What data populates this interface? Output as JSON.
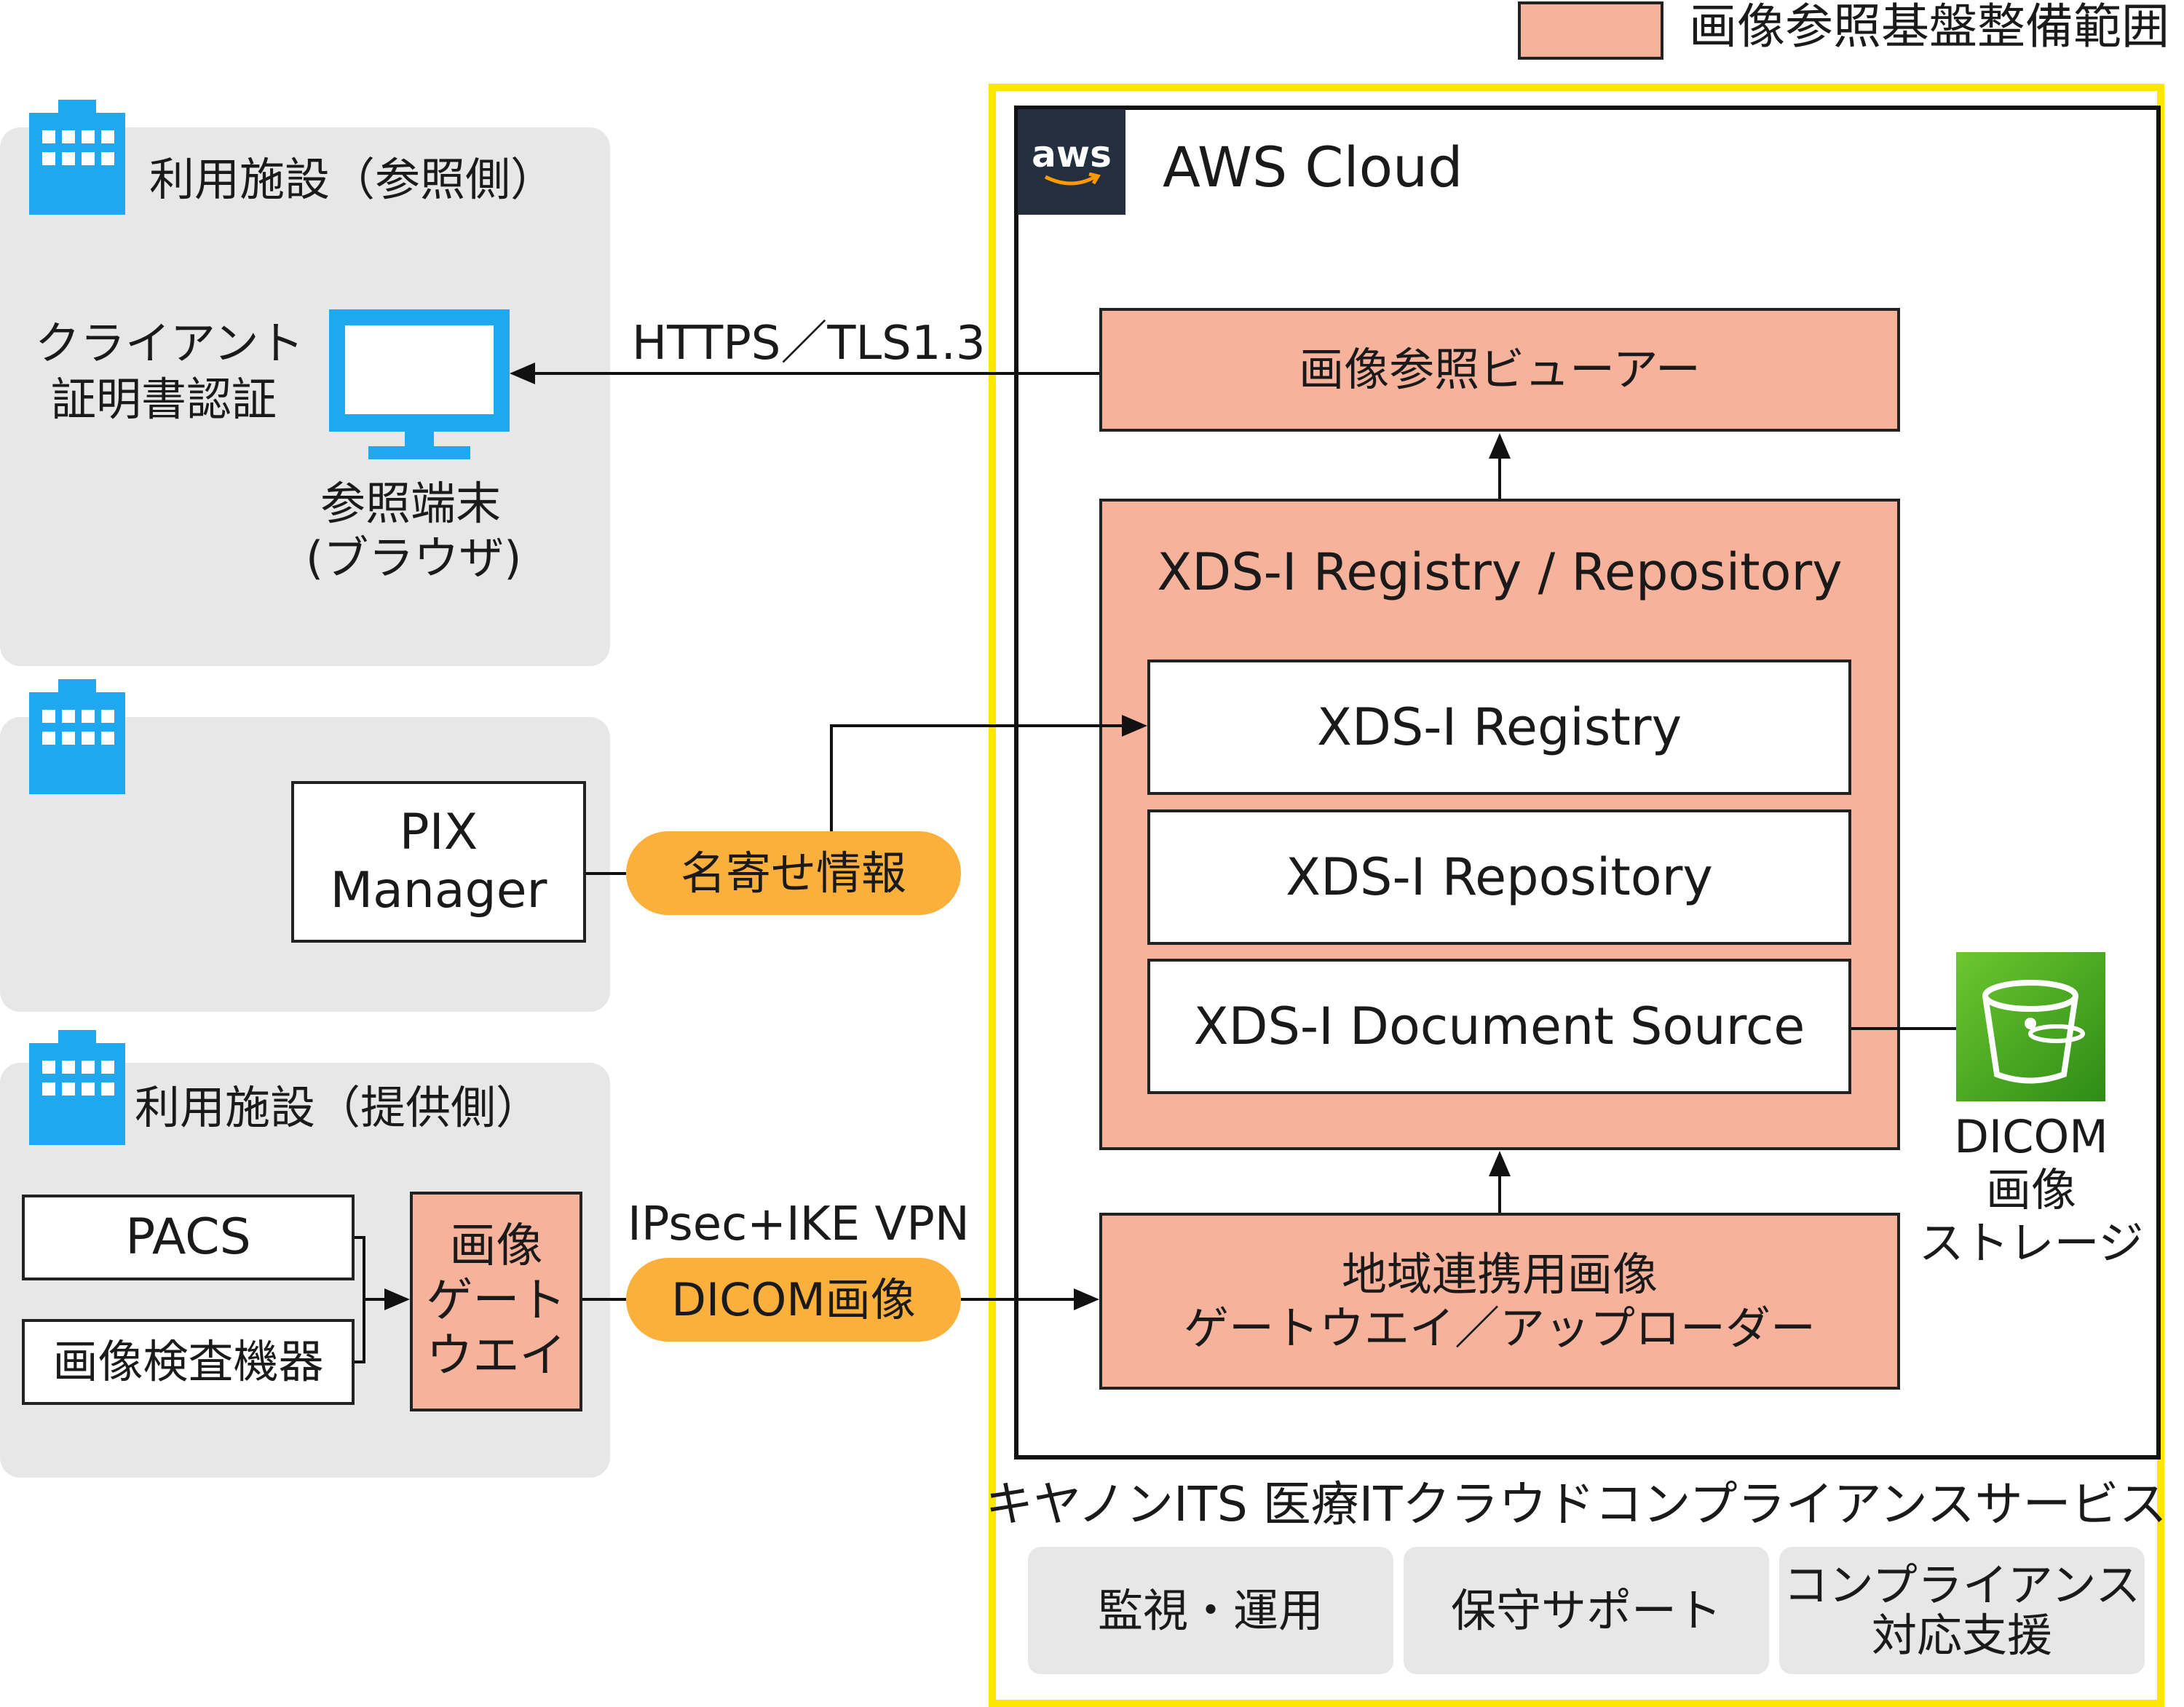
{
  "legend": {
    "label": "画像参照基盤整備範囲",
    "swatch_color": "#f7b29b"
  },
  "facilities": {
    "viewer_side": {
      "title": "利用施設（参照側）",
      "icon": "building-icon",
      "client_cert_line1": "クライアント",
      "client_cert_line2": "証明書認証",
      "terminal_line1": "参照端末",
      "terminal_line2": "(ブラウザ)",
      "terminal_icon": "monitor-icon"
    },
    "pix": {
      "icon": "building-icon",
      "box_line1": "PIX",
      "box_line2": "Manager"
    },
    "provider_side": {
      "title": "利用施設（提供側）",
      "icon": "building-icon",
      "pacs": "PACS",
      "modality": "画像検査機器",
      "gateway_line1": "画像",
      "gateway_line2": "ゲート",
      "gateway_line3": "ウエイ"
    }
  },
  "connections": {
    "https_label": "HTTPS／TLS1.3",
    "name_info_label": "名寄せ情報",
    "vpn_label": "IPsec+IKE VPN",
    "dicom_label": "DICOM画像"
  },
  "aws": {
    "logo_text": "aws",
    "cloud_title": "AWS Cloud",
    "viewer": "画像参照ビューアー",
    "xds_group_title": "XDS-I Registry / Repository",
    "registry": "XDS-I Registry",
    "repository": "XDS-I Repository",
    "document_source": "XDS-I Document Source",
    "uploader_line1": "地域連携用画像",
    "uploader_line2": "ゲートウエイ／アップローダー",
    "storage_line1": "DICOM",
    "storage_line2": "画像",
    "storage_line3": "ストレージ",
    "storage_icon": "s3-bucket-icon"
  },
  "service": {
    "title": "キヤノンITS 医療ITクラウドコンプライアンスサービス",
    "items": [
      "監視・運用",
      "保守サポート"
    ],
    "compliance_line1": "コンプライアンス",
    "compliance_line2": "対応支援"
  },
  "colors": {
    "salmon": "#f7b29b",
    "orange": "#fbb03b",
    "yellow_border": "#ffe600",
    "panel_gray": "#e7e7e7",
    "building_blue": "#1fa8f0",
    "aws_navy": "#232f3e",
    "s3_green": "#3f9e1a"
  }
}
